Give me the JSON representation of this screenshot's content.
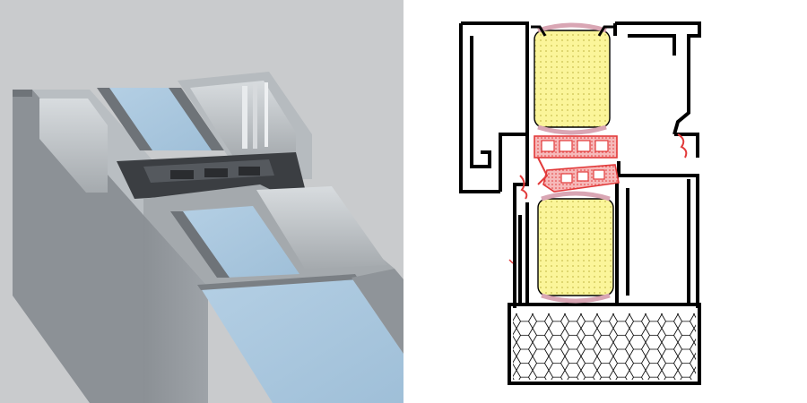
{
  "figure": {
    "left_panel": "render",
    "right_panel": "section_drawing"
  },
  "colors": {
    "render_background": "#c9cbcd",
    "aluminium_dark": "#7d8186",
    "aluminium_mid": "#9aa0a5",
    "aluminium_light": "#c3c8cc",
    "glass_infill": "#a9c6de",
    "thermal_break": "#3a3d41",
    "drawing_line": "#000000",
    "drawing_infill": "#fbf59a",
    "drawing_gasket": "#e23a3a",
    "drawing_gasket_fill": "#f6b9b9",
    "drawing_bead": "#d9a6b4"
  },
  "icons": {
    "render": "window-frame-3d-render",
    "drawing": "window-frame-cross-section"
  }
}
